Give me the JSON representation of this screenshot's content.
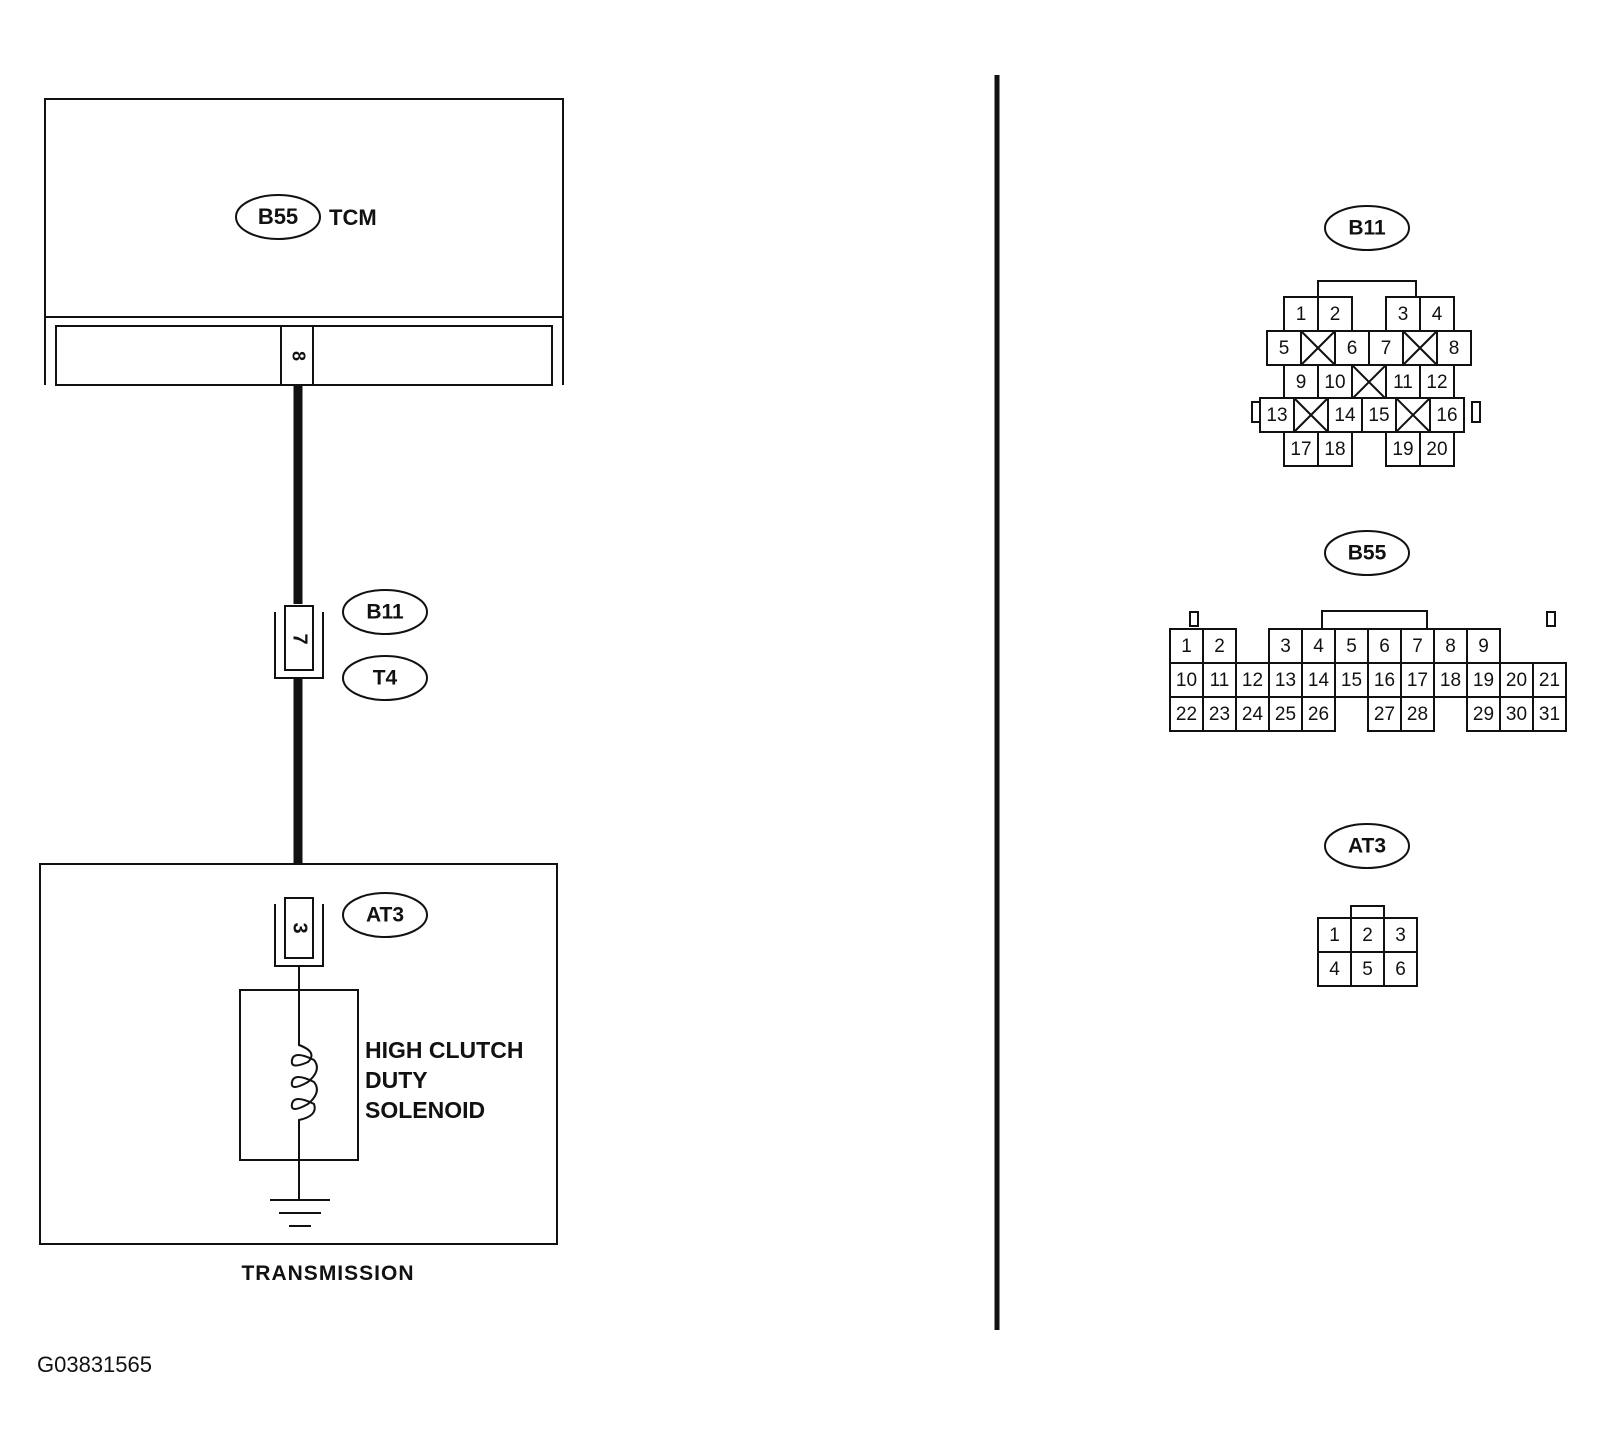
{
  "tcm": {
    "connector": "B55",
    "name": "TCM",
    "pin": "8"
  },
  "joint": {
    "connector_a": "B11",
    "connector_b": "T4",
    "pin": "7"
  },
  "at3": {
    "connector": "AT3",
    "pin": "3"
  },
  "solenoid": {
    "line1": "HIGH CLUTCH",
    "line2": "DUTY",
    "line3": "SOLENOID"
  },
  "transmission_label": "TRANSMISSION",
  "figure_id": "G03831565",
  "connector_views": {
    "b11": {
      "label": "B11",
      "rows": [
        [
          "1",
          "2",
          "",
          "3",
          "4"
        ],
        [
          "5",
          "X",
          "6",
          "7",
          "X",
          "8"
        ],
        [
          "9",
          "10",
          "X",
          "11",
          "12"
        ],
        [
          "13",
          "X",
          "14",
          "15",
          "X",
          "16"
        ],
        [
          "17",
          "18",
          "",
          "19",
          "20"
        ]
      ]
    },
    "b55": {
      "label": "B55",
      "rows": [
        [
          "1",
          "2",
          "",
          "3",
          "4",
          "5",
          "6",
          "7",
          "8",
          "9"
        ],
        [
          "10",
          "11",
          "12",
          "13",
          "14",
          "15",
          "16",
          "17",
          "18",
          "19",
          "20",
          "21"
        ],
        [
          "22",
          "23",
          "24",
          "25",
          "26",
          "",
          "27",
          "28",
          "",
          "29",
          "30",
          "31"
        ]
      ]
    },
    "at3": {
      "label": "AT3",
      "rows": [
        [
          "1",
          "2",
          "3"
        ],
        [
          "4",
          "5",
          "6"
        ]
      ]
    }
  }
}
